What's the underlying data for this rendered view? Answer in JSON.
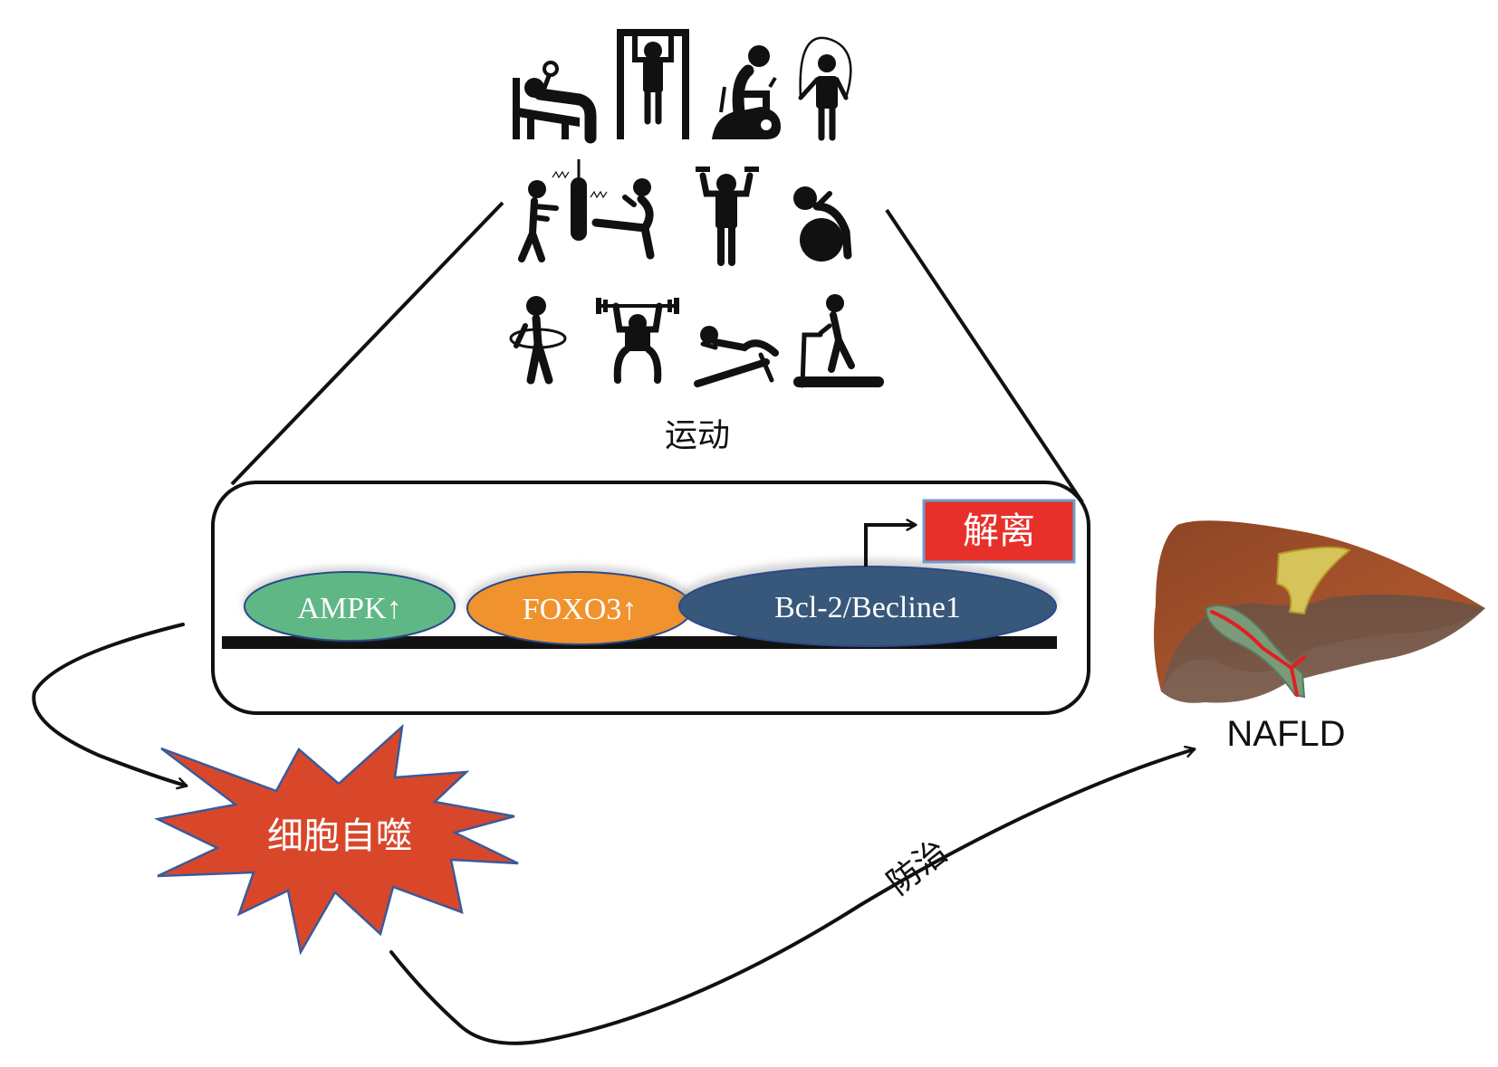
{
  "exercise": {
    "label": "运动",
    "icons": [
      {
        "name": "bench-press-icon"
      },
      {
        "name": "pull-up-icon"
      },
      {
        "name": "exercise-bike-icon"
      },
      {
        "name": "jump-rope-icon"
      },
      {
        "name": "boxing-kick-icon"
      },
      {
        "name": "dumbbell-icon"
      },
      {
        "name": "yoga-ball-icon"
      },
      {
        "name": "hula-hoop-icon"
      },
      {
        "name": "weightlifting-icon"
      },
      {
        "name": "sit-up-icon"
      },
      {
        "name": "treadmill-icon"
      }
    ]
  },
  "pathway": {
    "nodes": [
      {
        "label": "AMPK↑",
        "color": "#5fb786"
      },
      {
        "label": "FOXO3↑",
        "color": "#f0922d"
      },
      {
        "label": "Bcl-2/Becline1",
        "color": "#37587a"
      }
    ],
    "dissociation_label": "解离",
    "dissociation_color": "#e8302a"
  },
  "autophagy": {
    "label": "细胞自噬",
    "color": "#d9472b"
  },
  "treatment": {
    "label": "防治"
  },
  "disease": {
    "label": "NAFLD"
  }
}
